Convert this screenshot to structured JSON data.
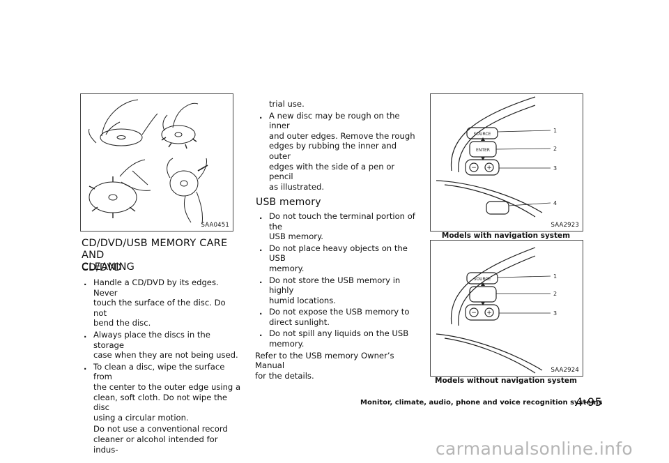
{
  "figures": {
    "disc_care": {
      "code": "SAA0451"
    },
    "nav": {
      "code": "SAA2923",
      "caption": "Models with navigation system",
      "buttons": {
        "source": "SOURCE",
        "enter": "ENTER"
      },
      "callouts": [
        "1",
        "2",
        "3",
        "4"
      ]
    },
    "no_nav": {
      "code": "SAA2924",
      "caption": "Models without navigation system",
      "buttons": {
        "source": "SOURCE"
      },
      "callouts": [
        "1",
        "2",
        "3"
      ]
    }
  },
  "section": {
    "title_line1": "CD/DVD/USB MEMORY CARE AND",
    "title_line2": "CLEANING",
    "cd_heading": "CD/DVD",
    "cd_bullets": [
      [
        "Handle a CD/DVD by its edges. Never",
        "touch the surface of the disc. Do not",
        "bend the disc."
      ],
      [
        "Always place the discs in the storage",
        "case when they are not being used."
      ],
      [
        "To clean a disc, wipe the surface from",
        "the center to the outer edge using a",
        "clean, soft cloth. Do not wipe the disc",
        "using a circular motion."
      ]
    ],
    "cd_para": [
      "Do not use a conventional record",
      "cleaner or alcohol intended for indus-"
    ],
    "cd_para_cont": "trial use.",
    "new_disc_bullet": [
      "A new disc may be rough on the inner",
      "and outer edges. Remove the rough",
      "edges by rubbing the inner and outer",
      "edges with the side of a pen or pencil",
      "as illustrated."
    ],
    "usb_heading": "USB memory",
    "usb_bullets": [
      [
        "Do not touch the terminal portion of the",
        "USB memory."
      ],
      [
        "Do not place heavy objects on the USB",
        "memory."
      ],
      [
        "Do not store the USB memory in highly",
        "humid locations."
      ],
      [
        "Do not expose the USB memory to",
        "direct sunlight."
      ],
      [
        "Do not spill any liquids on the USB",
        "memory."
      ]
    ],
    "refer": [
      "Refer to the USB memory Owner’s Manual",
      "for the details."
    ]
  },
  "bullet_symbol": ".",
  "footer": {
    "label": "Monitor, climate, audio, phone and voice recognition systems",
    "page": "4-95"
  },
  "watermark": "carmanualsonline.info"
}
